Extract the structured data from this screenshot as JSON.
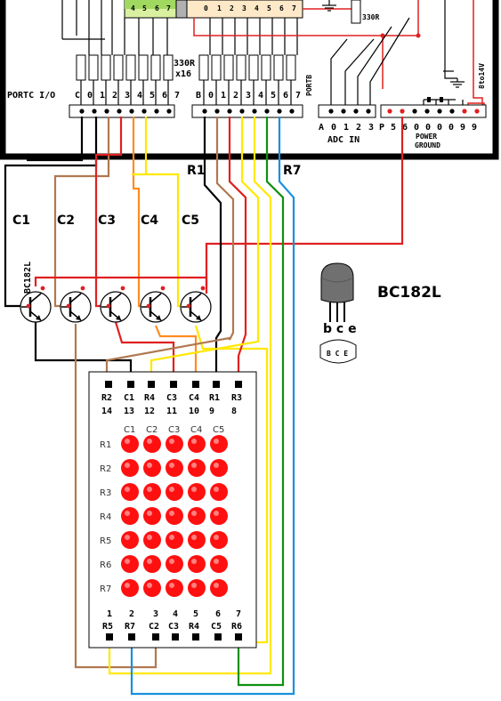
{
  "board": {
    "portc_label": "PORTC I/O",
    "portc_pins": [
      "C",
      "0",
      "1",
      "2",
      "3",
      "4",
      "5",
      "6",
      "7"
    ],
    "portb_label": "PORTB",
    "portb_pins": [
      "B",
      "0",
      "1",
      "2",
      "3",
      "4",
      "5",
      "6",
      "7"
    ],
    "resistor_label_1": "330R",
    "resistor_label_2": "x16",
    "resistor_top": "330R",
    "supply_label": "8to14V",
    "adc_pins": [
      "A",
      "0",
      "1",
      "2",
      "3"
    ],
    "adc_label": "ADC IN",
    "power_pins": [
      "P",
      "5",
      "6",
      "0",
      "0",
      "0",
      "0",
      "9",
      "9"
    ],
    "power_label_1": "POWER",
    "power_label_2": "GROUND",
    "header_digits": [
      "4",
      "5",
      "6",
      "7"
    ],
    "header_digits_right": [
      "0",
      "1",
      "2",
      "3",
      "4",
      "5",
      "6",
      "7"
    ]
  },
  "wire_labels": {
    "r1": "R1",
    "r7": "R7",
    "columns": [
      "C1",
      "C2",
      "C3",
      "C4",
      "C5"
    ]
  },
  "transistor": {
    "part": "BC182L",
    "side_label": "BC182L",
    "pins_lower": "b c e",
    "pins_upper": "B C E"
  },
  "matrix": {
    "top_pin_names": [
      "R2",
      "C1",
      "R4",
      "C3",
      "C4",
      "R1",
      "R3"
    ],
    "top_pin_numbers": [
      "14",
      "13",
      "12",
      "11",
      "10",
      "9",
      "8"
    ],
    "col_names": [
      "C1",
      "C2",
      "C3",
      "C4",
      "C5"
    ],
    "row_names": [
      "R1",
      "R2",
      "R3",
      "R4",
      "R5",
      "R6",
      "R7"
    ],
    "bottom_pin_numbers": [
      "1",
      "2",
      "3",
      "4",
      "5",
      "6",
      "7"
    ],
    "bottom_pin_names": [
      "R5",
      "R7",
      "C2",
      "C3",
      "R4",
      "C5",
      "R6"
    ]
  },
  "colors": {
    "black": "#000000",
    "brown": "#b07850",
    "red": "#e02020",
    "orange": "#ff8c20",
    "yellow": "#ffe800",
    "green": "#109010",
    "blue": "#1890e0",
    "led": "#ff1010",
    "board_border": "#000000"
  }
}
